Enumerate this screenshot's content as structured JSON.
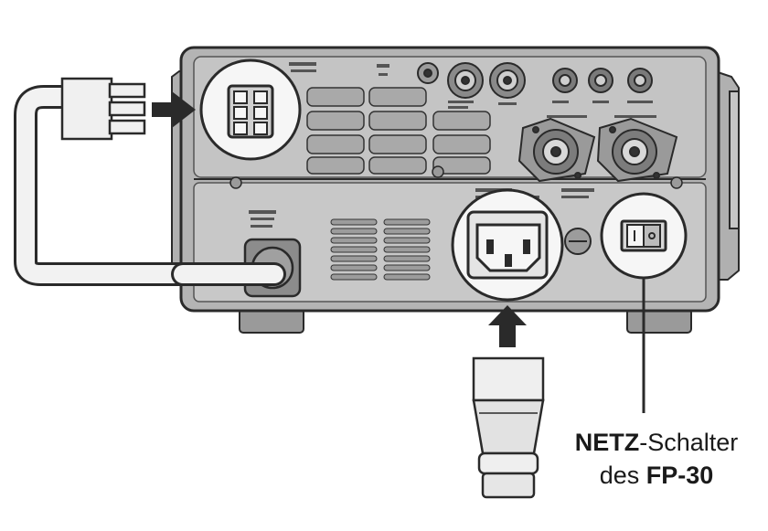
{
  "caption": {
    "line1_bold": "NETZ",
    "line1_rest": "-Schalter",
    "line2_prefix": "des ",
    "line2_bold": "FP-30"
  },
  "colors": {
    "panel_outer": "#b4b4b4",
    "panel_inner": "#cfcfcf",
    "outline": "#2a2a2a",
    "plug_body": "#e6e6e6",
    "cable": "#f2f2f2"
  }
}
